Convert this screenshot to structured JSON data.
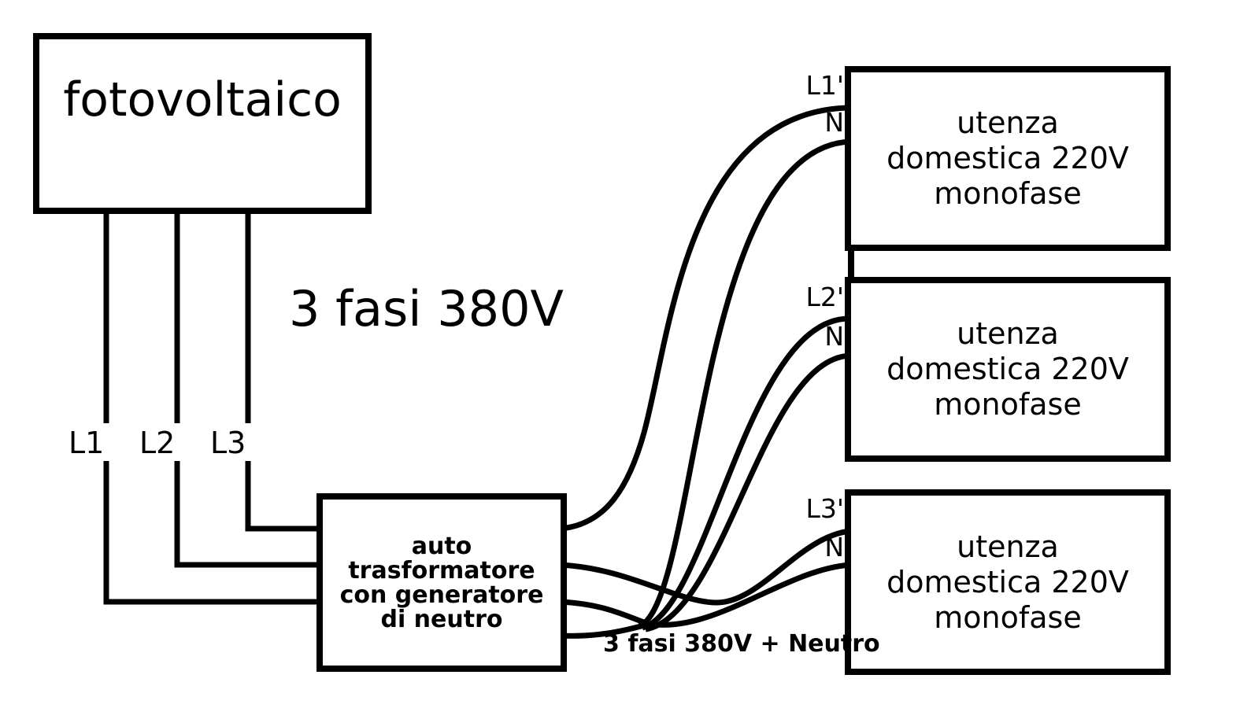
{
  "colors": {
    "line": "#000000",
    "background": "#ffffff"
  },
  "source": {
    "label": "fotovoltaico"
  },
  "bus": {
    "label": "3 fasi 380V",
    "phases": [
      "L1",
      "L2",
      "L3"
    ]
  },
  "transformer": {
    "lines": [
      "auto",
      "trasformatore",
      "con generatore",
      "di neutro"
    ]
  },
  "output_bus": {
    "label": "3 fasi 380V + Neutro"
  },
  "loads": [
    {
      "terminals": [
        "L1'",
        "N"
      ],
      "lines": [
        "utenza",
        "domestica 220V",
        "monofase"
      ]
    },
    {
      "terminals": [
        "L2'",
        "N"
      ],
      "lines": [
        "utenza",
        "domestica 220V",
        "monofase"
      ]
    },
    {
      "terminals": [
        "L3'",
        "N"
      ],
      "lines": [
        "utenza",
        "domestica 220V",
        "monofase"
      ]
    }
  ]
}
